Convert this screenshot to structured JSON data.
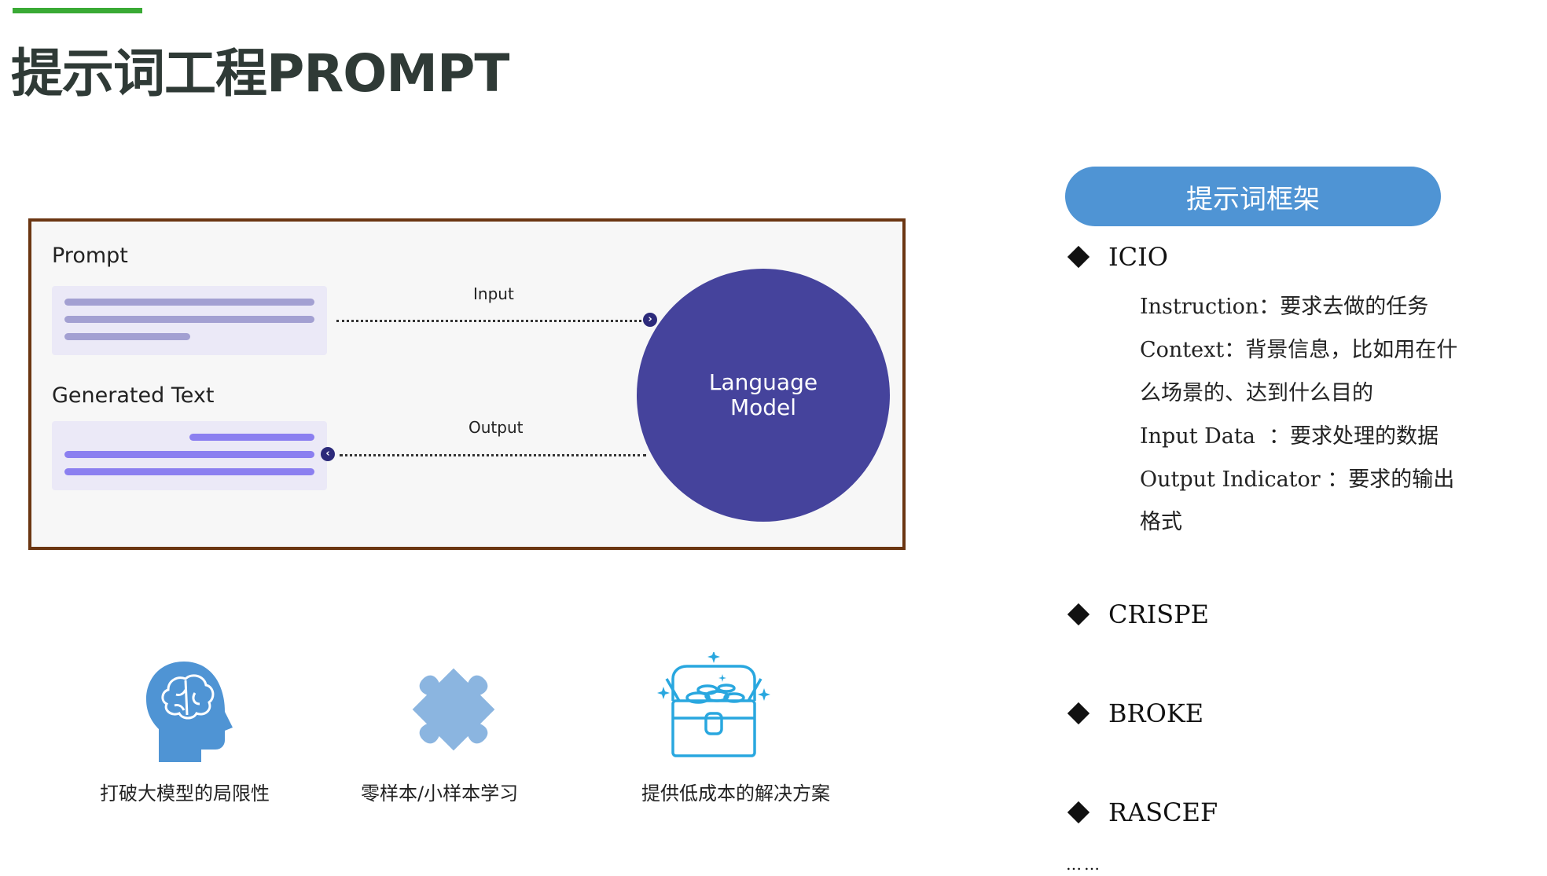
{
  "header": {
    "title": "提示词工程PROMPT"
  },
  "diagram": {
    "prompt_label": "Prompt",
    "generated_label": "Generated Text",
    "input_label": "Input",
    "output_label": "Output",
    "model_label": "Language\nModel"
  },
  "features": [
    {
      "icon": "brain-head-icon",
      "caption": "打破大模型的局限性"
    },
    {
      "icon": "puzzle-piece-icon",
      "caption": "零样本/小样本学习"
    },
    {
      "icon": "treasure-chest-icon",
      "caption": "提供低成本的解决方案"
    }
  ],
  "framework": {
    "pill_label": "提示词框架",
    "items": [
      "ICIO",
      "CRISPE",
      "BROKE",
      "RASCEF"
    ],
    "icio_details": [
      "Instruction：要求去做的任务",
      "Context：背景信息，比如用在什",
      "么场景的、达到什么目的",
      "Input Data  ：要求处理的数据",
      "Output Indicator ：要求的输出",
      "格式"
    ],
    "ellipsis": "……"
  },
  "colors": {
    "accent": "#3aaa35",
    "model": "#45439c",
    "pill": "#4f94d4",
    "border": "#6b3612"
  }
}
